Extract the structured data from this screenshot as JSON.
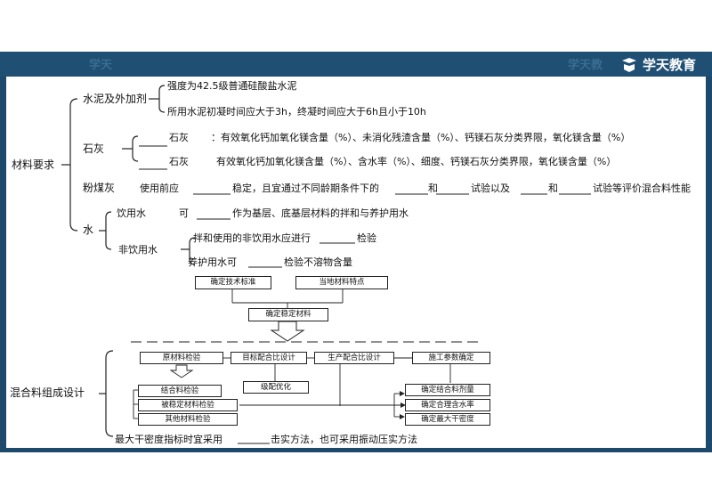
{
  "header": {
    "ghost_left": "学天",
    "ghost_right": "学天教",
    "logo_text": "学天教育"
  },
  "materials": {
    "title": "材料要求",
    "cement": {
      "label": "水泥及外加剂",
      "items": [
        "强度为42.5级普通硅酸盐水泥",
        "所用水泥初凝时间应大于3h，终凝时间应大于6h且小于10h"
      ]
    },
    "lime": {
      "label": "石灰",
      "items": [
        {
          "blank_word": "石灰",
          "text": "：有效氧化钙加氧化镁含量（%）、未消化残渣含量（%）、钙镁石灰分类界限，氧化镁含量（%）"
        },
        {
          "blank_word": "石灰",
          "text": "有效氧化钙加氧化镁含量（%）、含水率（%）、细度、钙镁石灰分类界限，氧化镁含量（%）"
        }
      ]
    },
    "flyash": {
      "label": "粉煤灰",
      "parts": [
        "使用前应",
        "稳定，且宜通过不同龄期条件下的",
        "和",
        "试验以及",
        "和",
        "试验等评价混合料性能"
      ]
    },
    "water": {
      "label": "水",
      "drinking": {
        "label": "饮用水",
        "parts": [
          "可",
          "作为基层、底基层材料的拌和与养护用水"
        ]
      },
      "nondrinking": {
        "label": "非饮用水",
        "item1": [
          "拌和使用的非饮用水应进行",
          "检验"
        ],
        "item2": [
          "养护用水可",
          "检验不溶物含量"
        ]
      }
    }
  },
  "flow_top": {
    "box1": "确定技术标准",
    "box2": "当地材料特点",
    "box3": "确定稳定材料"
  },
  "mix": {
    "title": "混合料组成设计",
    "row1": [
      "原材料检验",
      "目标配合比设计",
      "生产配合比设计",
      "施工参数确定"
    ],
    "left": [
      "结合料检验",
      "被稳定材料检验",
      "其他材料检验"
    ],
    "middle": "级配优化",
    "right": [
      "确定结合料剂量",
      "确定合理含水率",
      "确定最大干密度"
    ],
    "bottom_parts": [
      "最大干密度指标时宜采用",
      "击实方法，也可采用振动压实方法"
    ]
  }
}
